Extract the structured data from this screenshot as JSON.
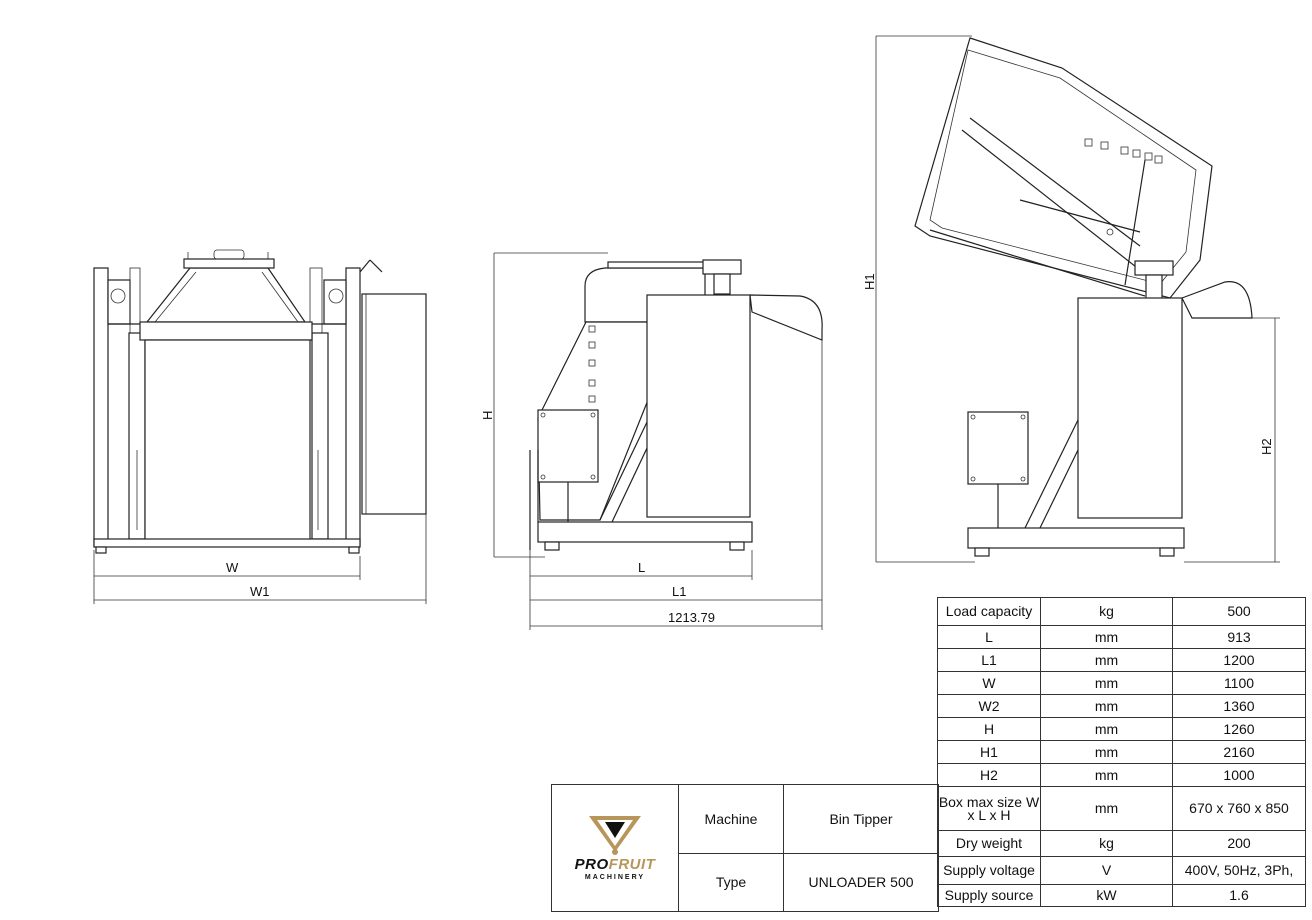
{
  "dimensions": {
    "front_w": "W",
    "front_w1": "W1",
    "side_l": "L",
    "side_l1": "L1",
    "side_overall": "1213.79",
    "side_h": "H",
    "tipped_h1": "H1",
    "tipped_h2": "H2"
  },
  "title_block": {
    "logo_pro": "PRO",
    "logo_fruit": "FRUIT",
    "logo_sub": "MACHINERY",
    "machine_label": "Machine",
    "machine_value": "Bin Tipper",
    "type_label": "Type",
    "type_value": "UNLOADER 500"
  },
  "specs": {
    "load_capacity": {
      "param": "Load capacity",
      "unit": "kg",
      "value": "500"
    },
    "l": {
      "param": "L",
      "unit": "mm",
      "value": "913"
    },
    "l1": {
      "param": "L1",
      "unit": "mm",
      "value": "1200"
    },
    "w": {
      "param": "W",
      "unit": "mm",
      "value": "1100"
    },
    "w2": {
      "param": "W2",
      "unit": "mm",
      "value": "1360"
    },
    "h": {
      "param": "H",
      "unit": "mm",
      "value": "1260"
    },
    "h1": {
      "param": "H1",
      "unit": "mm",
      "value": "2160"
    },
    "h2": {
      "param": "H2",
      "unit": "mm",
      "value": "1000"
    },
    "box_size": {
      "param": "Box max size W x L x H",
      "unit": "mm",
      "value": "670 x 760 x 850"
    },
    "dry_weight": {
      "param": "Dry weight",
      "unit": "kg",
      "value": "200"
    },
    "supply_voltage": {
      "param": "Supply voltage",
      "unit": "V",
      "value": "400V, 50Hz, 3Ph,"
    },
    "supply_source": {
      "param": "Supply source",
      "unit": "kW",
      "value": "1.6"
    }
  },
  "colors": {
    "line": "#222222",
    "logo_gold": "#b8955a"
  }
}
